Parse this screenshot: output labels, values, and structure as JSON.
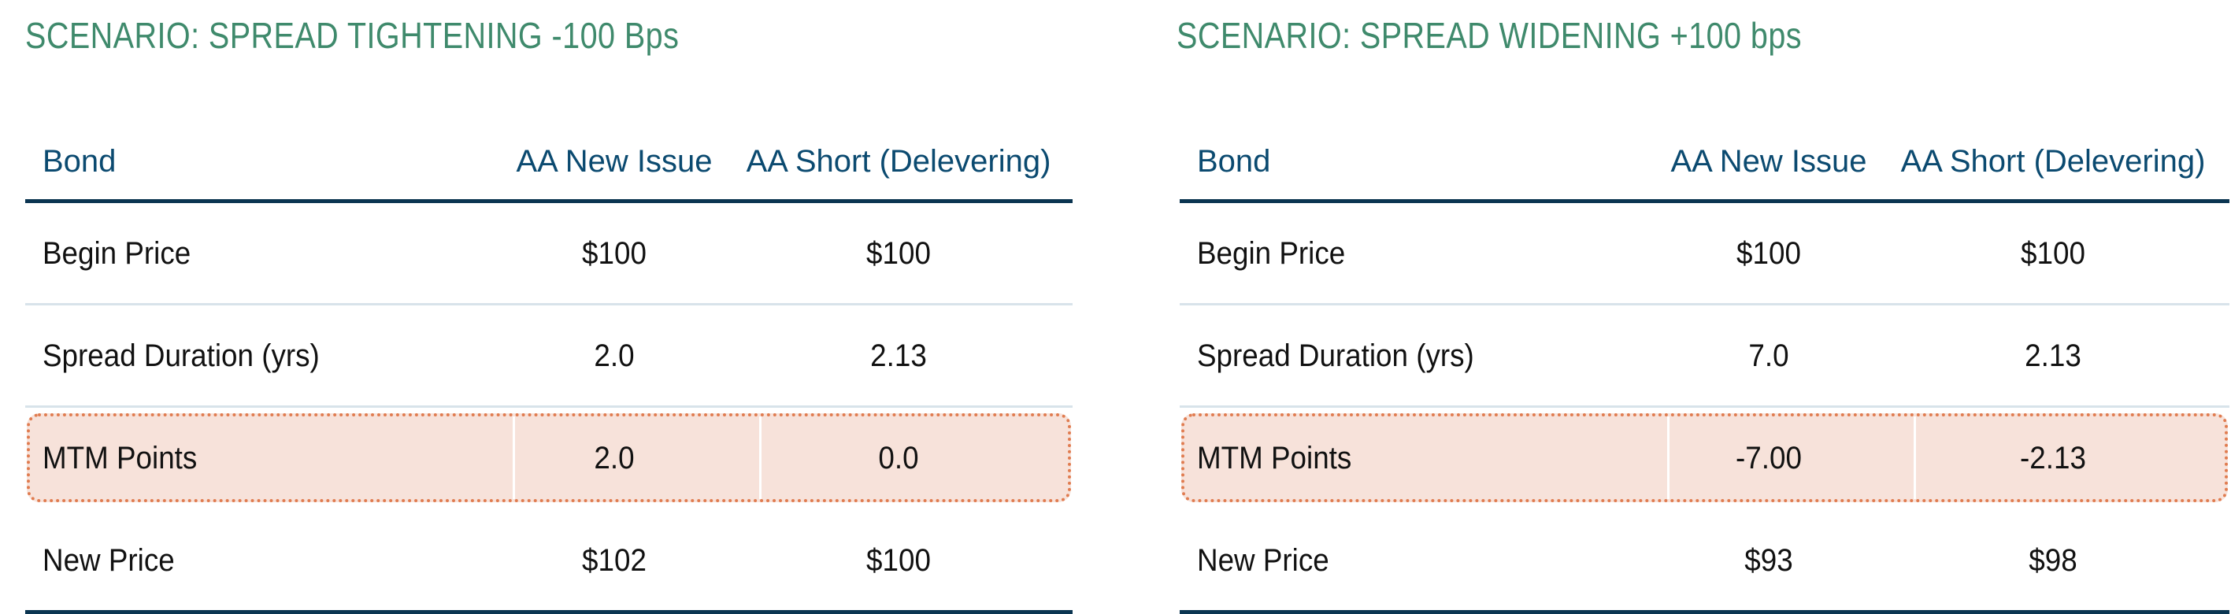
{
  "panels": [
    {
      "title": "SCENARIO: SPREAD TIGHTENING -100 Bps",
      "headers": [
        "Bond",
        "AA New Issue",
        "AA Short (Delevering)"
      ],
      "rows": [
        {
          "label": "Begin Price",
          "v1": "$100",
          "v2": "$100"
        },
        {
          "label": "Spread Duration (yrs)",
          "v1": "2.0",
          "v2": "2.13"
        },
        {
          "label": "MTM Points",
          "v1": "2.0",
          "v2": "0.0"
        },
        {
          "label": "New Price",
          "v1": "$102",
          "v2": "$100"
        }
      ]
    },
    {
      "title": "SCENARIO: SPREAD WIDENING +100 bps",
      "headers": [
        "Bond",
        "AA New Issue",
        "AA Short (Delevering)"
      ],
      "rows": [
        {
          "label": "Begin Price",
          "v1": "$100",
          "v2": "$100"
        },
        {
          "label": "Spread Duration (yrs)",
          "v1": "7.0",
          "v2": "2.13"
        },
        {
          "label": "MTM Points",
          "v1": "-7.00",
          "v2": "-2.13"
        },
        {
          "label": "New Price",
          "v1": "$93",
          "v2": "$98"
        }
      ]
    }
  ],
  "colors": {
    "title": "#3f8a6c",
    "header_text": "#0b4a70",
    "rule_dark": "#0b3551",
    "rule_light": "#d8e3ea",
    "highlight_fill": "#f7e2da",
    "highlight_border": "#e07c50"
  },
  "highlighted_row": "MTM Points"
}
